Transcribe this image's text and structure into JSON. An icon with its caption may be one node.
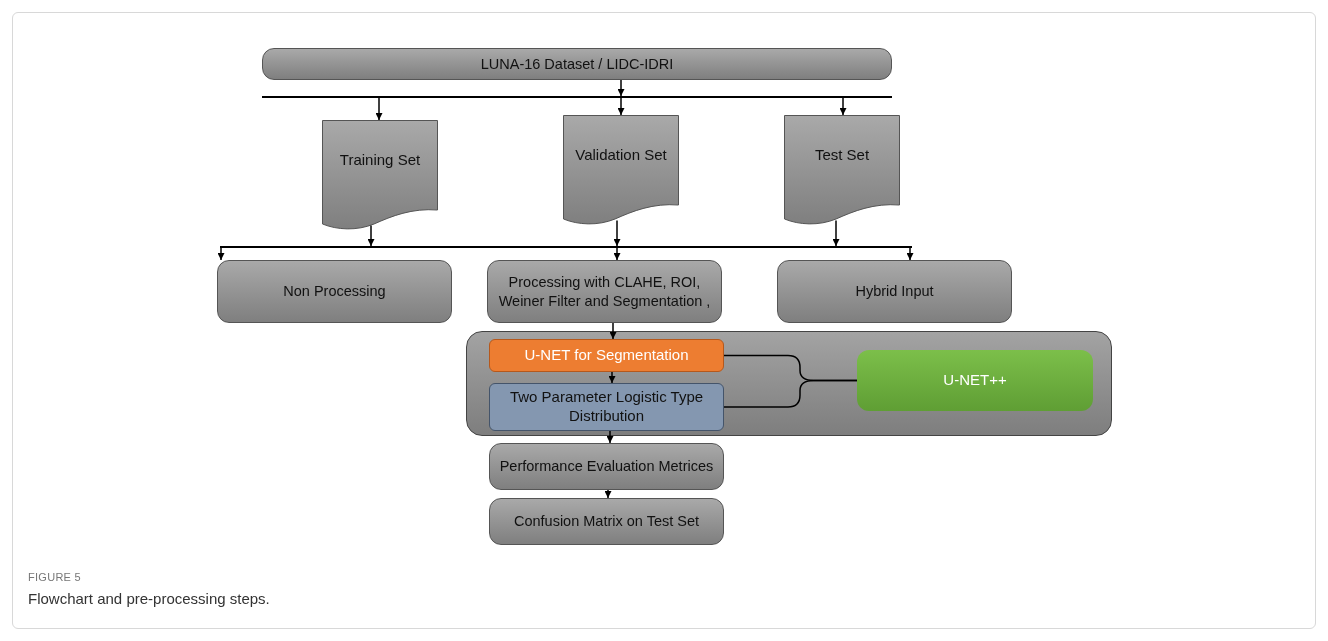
{
  "diagram": {
    "caption": "Flowchart and pre-processing steps.",
    "nodes": [
      {
        "text": [
          "LUNA-16 Dataset / LIDC-IDRI"
        ]
      },
      {
        "text": [],
        "shape": "bar"
      },
      {
        "text": [
          "Training Set"
        ]
      },
      {
        "text": [
          "Validation Set"
        ]
      },
      {
        "text": [
          "Test Set"
        ]
      },
      {
        "text": [],
        "shape": "bar"
      },
      {
        "text": [
          "Non Processing"
        ]
      },
      {
        "text": [
          "Processing with CLAHE, ROI, Weiner Filter and Segmentation ,"
        ]
      },
      {
        "text": [
          "Hybrid Input"
        ]
      },
      {
        "text": [],
        "shape": "box"
      },
      {
        "text": [
          "U-NET for Segmentation"
        ],
        "in": 9
      },
      {
        "text": [
          "Two Parameter Logistic Type Distribution"
        ],
        "in": 9
      },
      {
        "text": [
          "U-NET++"
        ],
        "in": 9
      },
      {
        "text": [
          "Performance Evaluation Metrices"
        ]
      },
      {
        "text": [
          "Confusion Matrix on Test Set"
        ]
      }
    ],
    "edges": [
      {
        "from": 0,
        "to": 1,
        "arrow": "to"
      },
      {
        "from": 1,
        "to": 2,
        "arrow": "to"
      },
      {
        "from": 1,
        "to": 3,
        "arrow": "to"
      },
      {
        "from": 1,
        "to": 4,
        "arrow": "to"
      },
      {
        "from": 2,
        "to": 5,
        "arrow": "to"
      },
      {
        "from": 3,
        "to": 5,
        "arrow": "to"
      },
      {
        "from": 4,
        "to": 5,
        "arrow": "to"
      },
      {
        "from": 5,
        "to": 6,
        "arrow": "to"
      },
      {
        "from": 5,
        "to": 7,
        "arrow": "to"
      },
      {
        "from": 5,
        "to": 8,
        "arrow": "to"
      },
      {
        "from": 7,
        "to": 10,
        "arrow": "to"
      },
      {
        "from": 10,
        "to": 11,
        "arrow": "to"
      },
      {
        "from": 11,
        "to": 13,
        "arrow": "to"
      },
      {
        "from": 13,
        "to": 14,
        "arrow": "to"
      },
      {
        "from": 10,
        "to": 12,
        "arrow": "none"
      },
      {
        "from": 11,
        "to": 12,
        "arrow": "none"
      }
    ],
    "labels": [
      "FIGURE 5"
    ]
  }
}
